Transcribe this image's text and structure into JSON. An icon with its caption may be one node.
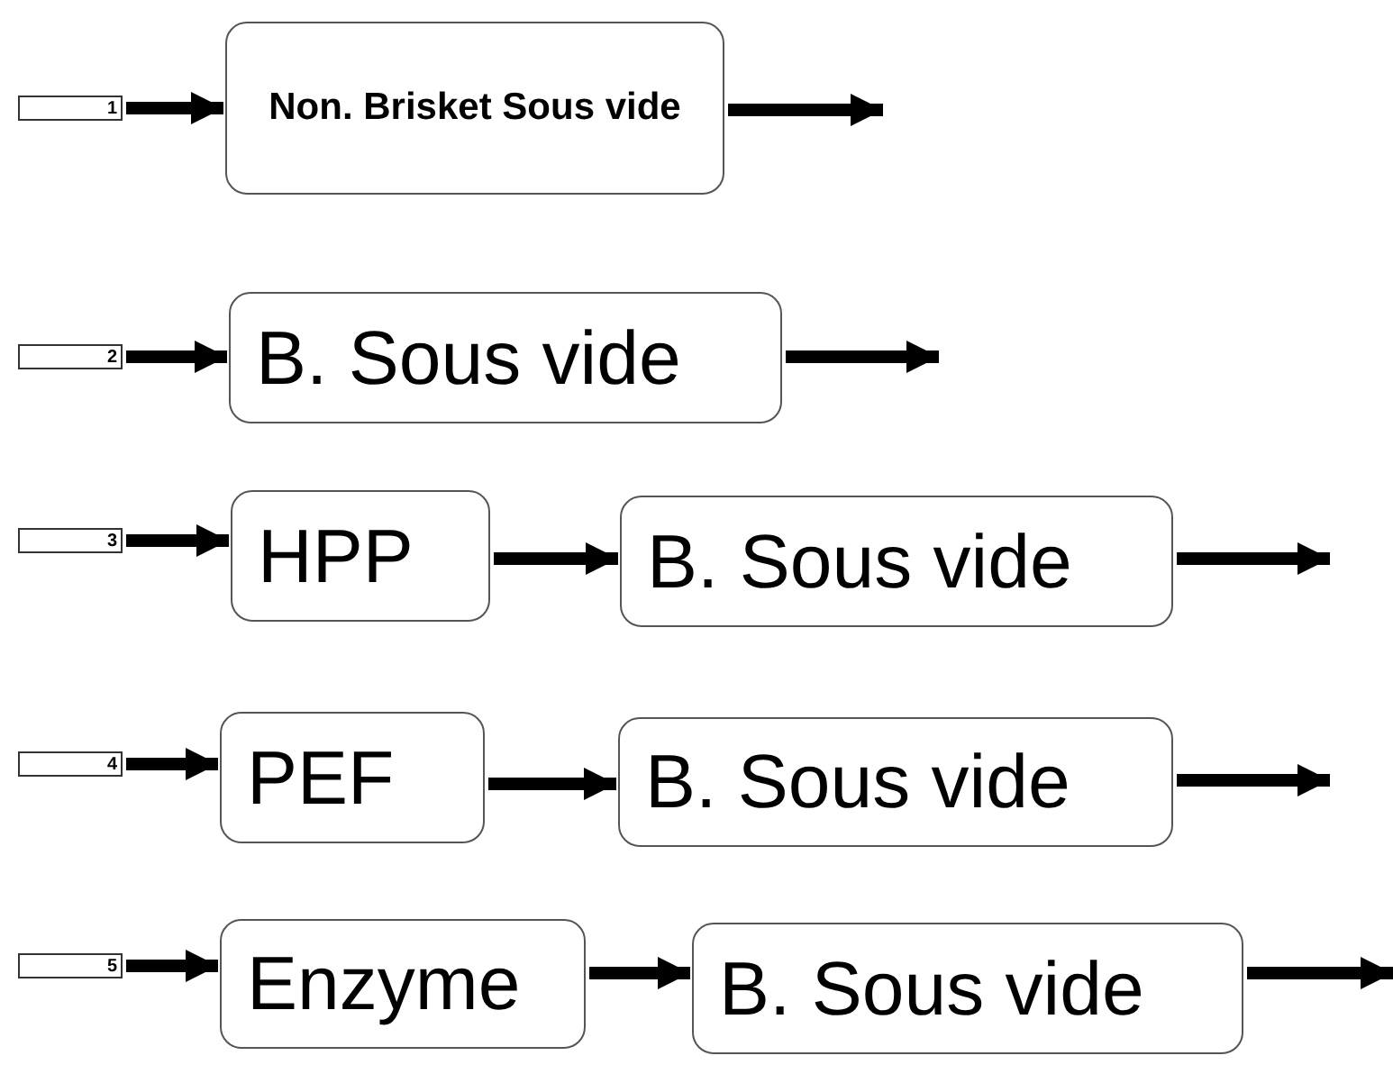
{
  "diagram": {
    "nodes": [
      {
        "text": [
          "1"
        ]
      },
      {
        "text": [
          "Non. Brisket Sous vide"
        ]
      },
      {
        "text": [
          "2"
        ]
      },
      {
        "text": [
          "B. Sous vide"
        ]
      },
      {
        "text": [
          "3"
        ]
      },
      {
        "text": [
          "HPP"
        ]
      },
      {
        "text": [
          "B. Sous vide"
        ]
      },
      {
        "text": [
          "4"
        ]
      },
      {
        "text": [
          "PEF"
        ]
      },
      {
        "text": [
          "B. Sous vide"
        ]
      },
      {
        "text": [
          "5"
        ]
      },
      {
        "text": [
          "Enzyme"
        ]
      },
      {
        "text": [
          "B. Sous vide"
        ]
      }
    ],
    "edges": [
      {
        "from": 0,
        "to": 1,
        "arrow": "to"
      },
      {
        "from": 1,
        "to": null,
        "arrow": "to"
      },
      {
        "from": 2,
        "to": 3,
        "arrow": "to"
      },
      {
        "from": 3,
        "to": null,
        "arrow": "to"
      },
      {
        "from": 4,
        "to": 5,
        "arrow": "to"
      },
      {
        "from": 5,
        "to": 6,
        "arrow": "to"
      },
      {
        "from": 6,
        "to": null,
        "arrow": "to"
      },
      {
        "from": 7,
        "to": 8,
        "arrow": "to"
      },
      {
        "from": 8,
        "to": 9,
        "arrow": "to"
      },
      {
        "from": 9,
        "to": null,
        "arrow": "to"
      },
      {
        "from": 10,
        "to": 11,
        "arrow": "to"
      },
      {
        "from": 11,
        "to": 12,
        "arrow": "to"
      },
      {
        "from": 12,
        "to": null,
        "arrow": "to"
      }
    ]
  }
}
